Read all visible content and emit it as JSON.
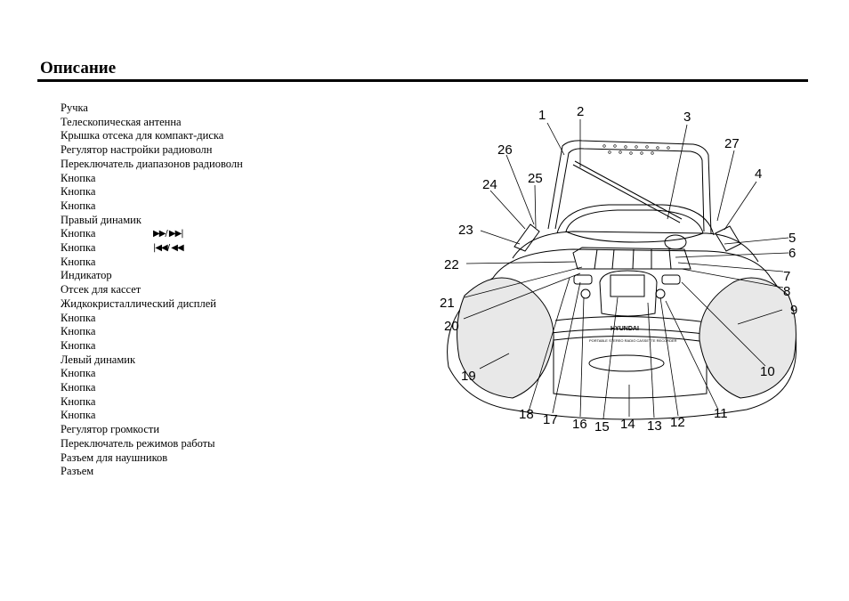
{
  "heading": "Описание",
  "items": [
    "Ручка",
    "Телескопическая антенна",
    "Крышка отсека для компакт-диска",
    "Регулятор настройки радиоволн",
    "Переключатель диапазонов радиоволн",
    "Кнопка",
    "Кнопка",
    "Кнопка",
    "Правый динамик",
    "Кнопка",
    "Кнопка",
    "Кнопка",
    "Индикатор",
    "Отсек для кассет",
    "Жидкокристаллический дисплей",
    "Кнопка",
    "Кнопка",
    "Кнопка",
    "Левый динамик",
    "Кнопка",
    "Кнопка",
    "Кнопка",
    "Кнопка",
    "Регулятор громкости",
    "Переключатель режимов работы",
    "Разъем для наушников",
    "Разъем"
  ],
  "symbols": {
    "forward": "▶▶/ ▶▶|",
    "backward": "|◀◀/ ◀◀"
  },
  "figure": {
    "brand": "HYUNDAI",
    "subtitle": "PORTABLE STEREO RADIO CASSETTE RECORDER",
    "callouts": [
      "1",
      "2",
      "3",
      "4",
      "5",
      "6",
      "7",
      "8",
      "9",
      "10",
      "11",
      "12",
      "13",
      "14",
      "15",
      "16",
      "17",
      "18",
      "19",
      "20",
      "21",
      "22",
      "23",
      "24",
      "25",
      "26",
      "27"
    ]
  }
}
